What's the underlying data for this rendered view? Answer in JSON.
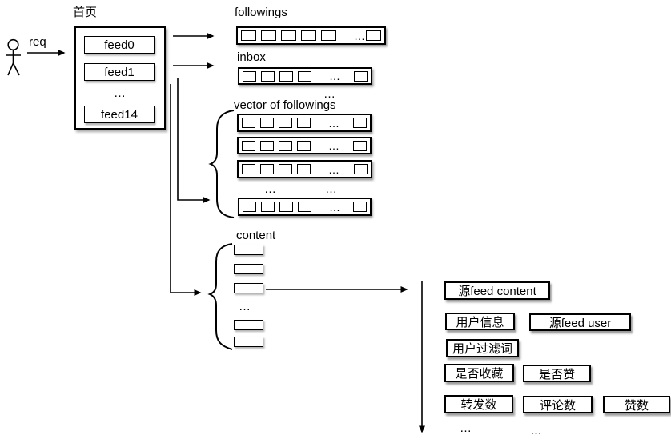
{
  "ellipsis": "…",
  "actor": {
    "request_label": "req"
  },
  "homepage": {
    "title": "首页",
    "feeds": [
      "feed0",
      "feed1",
      "feed14"
    ]
  },
  "followings": {
    "label": "followings"
  },
  "inbox": {
    "label": "inbox"
  },
  "vector": {
    "label": "vector of followings"
  },
  "content": {
    "label": "content"
  },
  "detail": {
    "source_feed_content": "源feed content",
    "user_info": "用户信息",
    "source_feed_user": "源feed user",
    "user_filter_words": "用户过滤词",
    "is_favorite": "是否收藏",
    "is_liked": "是否赞",
    "repost_count": "转发数",
    "comment_count": "评论数",
    "like_count": "赞数"
  }
}
